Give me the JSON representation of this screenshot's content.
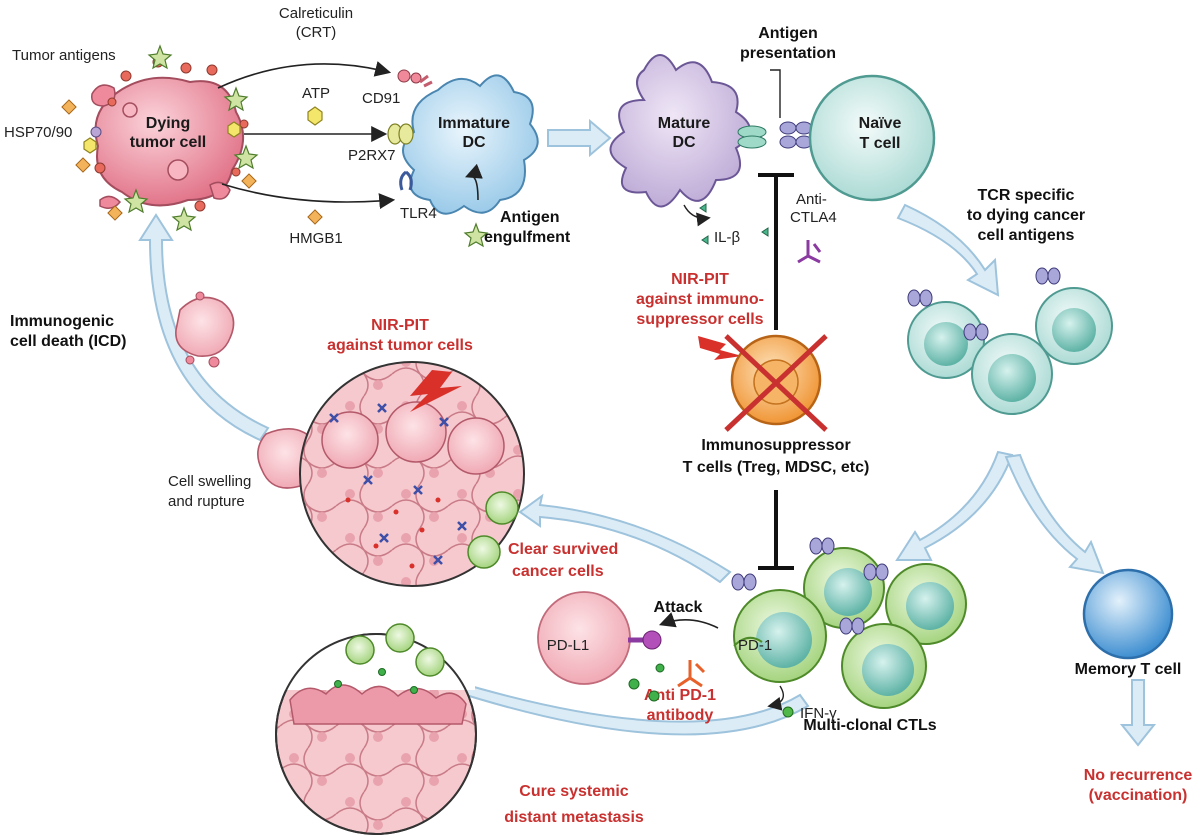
{
  "colors": {
    "red_text": "#c8312f",
    "tumor": "#e98a9a",
    "dc": "#b9dcf2",
    "naive_t": "#cde9e6",
    "ctl": "#b7df8f",
    "memory_t": "#6aaee0",
    "treg": "#f3a64a",
    "antibody": "#3e4fa8",
    "arrow": "#cfe4f2"
  },
  "labels": {
    "tumor_antigens": "Tumor antigens",
    "calreticulin": "Calreticulin",
    "crt": "(CRT)",
    "hsp": "HSP70/90",
    "dying_1": "Dying",
    "dying_2": "tumor cell",
    "atp": "ATP",
    "cd91": "CD91",
    "p2rx7": "P2RX7",
    "tlr4": "TLR4",
    "hmgb1": "HMGB1",
    "immature_1": "Immature",
    "immature_2": "DC",
    "engulf_1": "Antigen",
    "engulf_2": "engulfment",
    "pres_1": "Antigen",
    "pres_2": "presentation",
    "mature_1": "Mature",
    "mature_2": "DC",
    "naive_1": "Naïve",
    "naive_2": "T cell",
    "anti_ctla4_1": "Anti-",
    "anti_ctla4_2": "CTLA4",
    "il_beta": "IL-β",
    "nirpit_supp_1": "NIR-PIT",
    "nirpit_supp_2": "against immuno-",
    "nirpit_supp_3": "suppressor cells",
    "tcr_1": "TCR specific",
    "tcr_2": "to dying cancer",
    "tcr_3": "cell antigens",
    "icd_1": "Immunogenic",
    "icd_2": "cell death (ICD)",
    "nirpit_tumor_1": "NIR-PIT",
    "nirpit_tumor_2": "against tumor cells",
    "swell_1": "Cell swelling",
    "swell_2": "and rupture",
    "immuno_1": "Immunosuppressor",
    "immuno_2": "T cells (Treg, MDSC, etc)",
    "clear_1": "Clear survived",
    "clear_2": "cancer cells",
    "attack": "Attack",
    "pdl1": "PD-L1",
    "pd1": "PD-1",
    "antipd1_1": "Anti PD-1",
    "antipd1_2": "antibody",
    "ifn": "IFN-γ",
    "multi": "Multi-clonal CTLs",
    "memory": "Memory T cell",
    "norec_1": "No recurrence",
    "norec_2": "(vaccination)",
    "cure_1": "Cure systemic",
    "cure_2": "distant metastasis"
  }
}
